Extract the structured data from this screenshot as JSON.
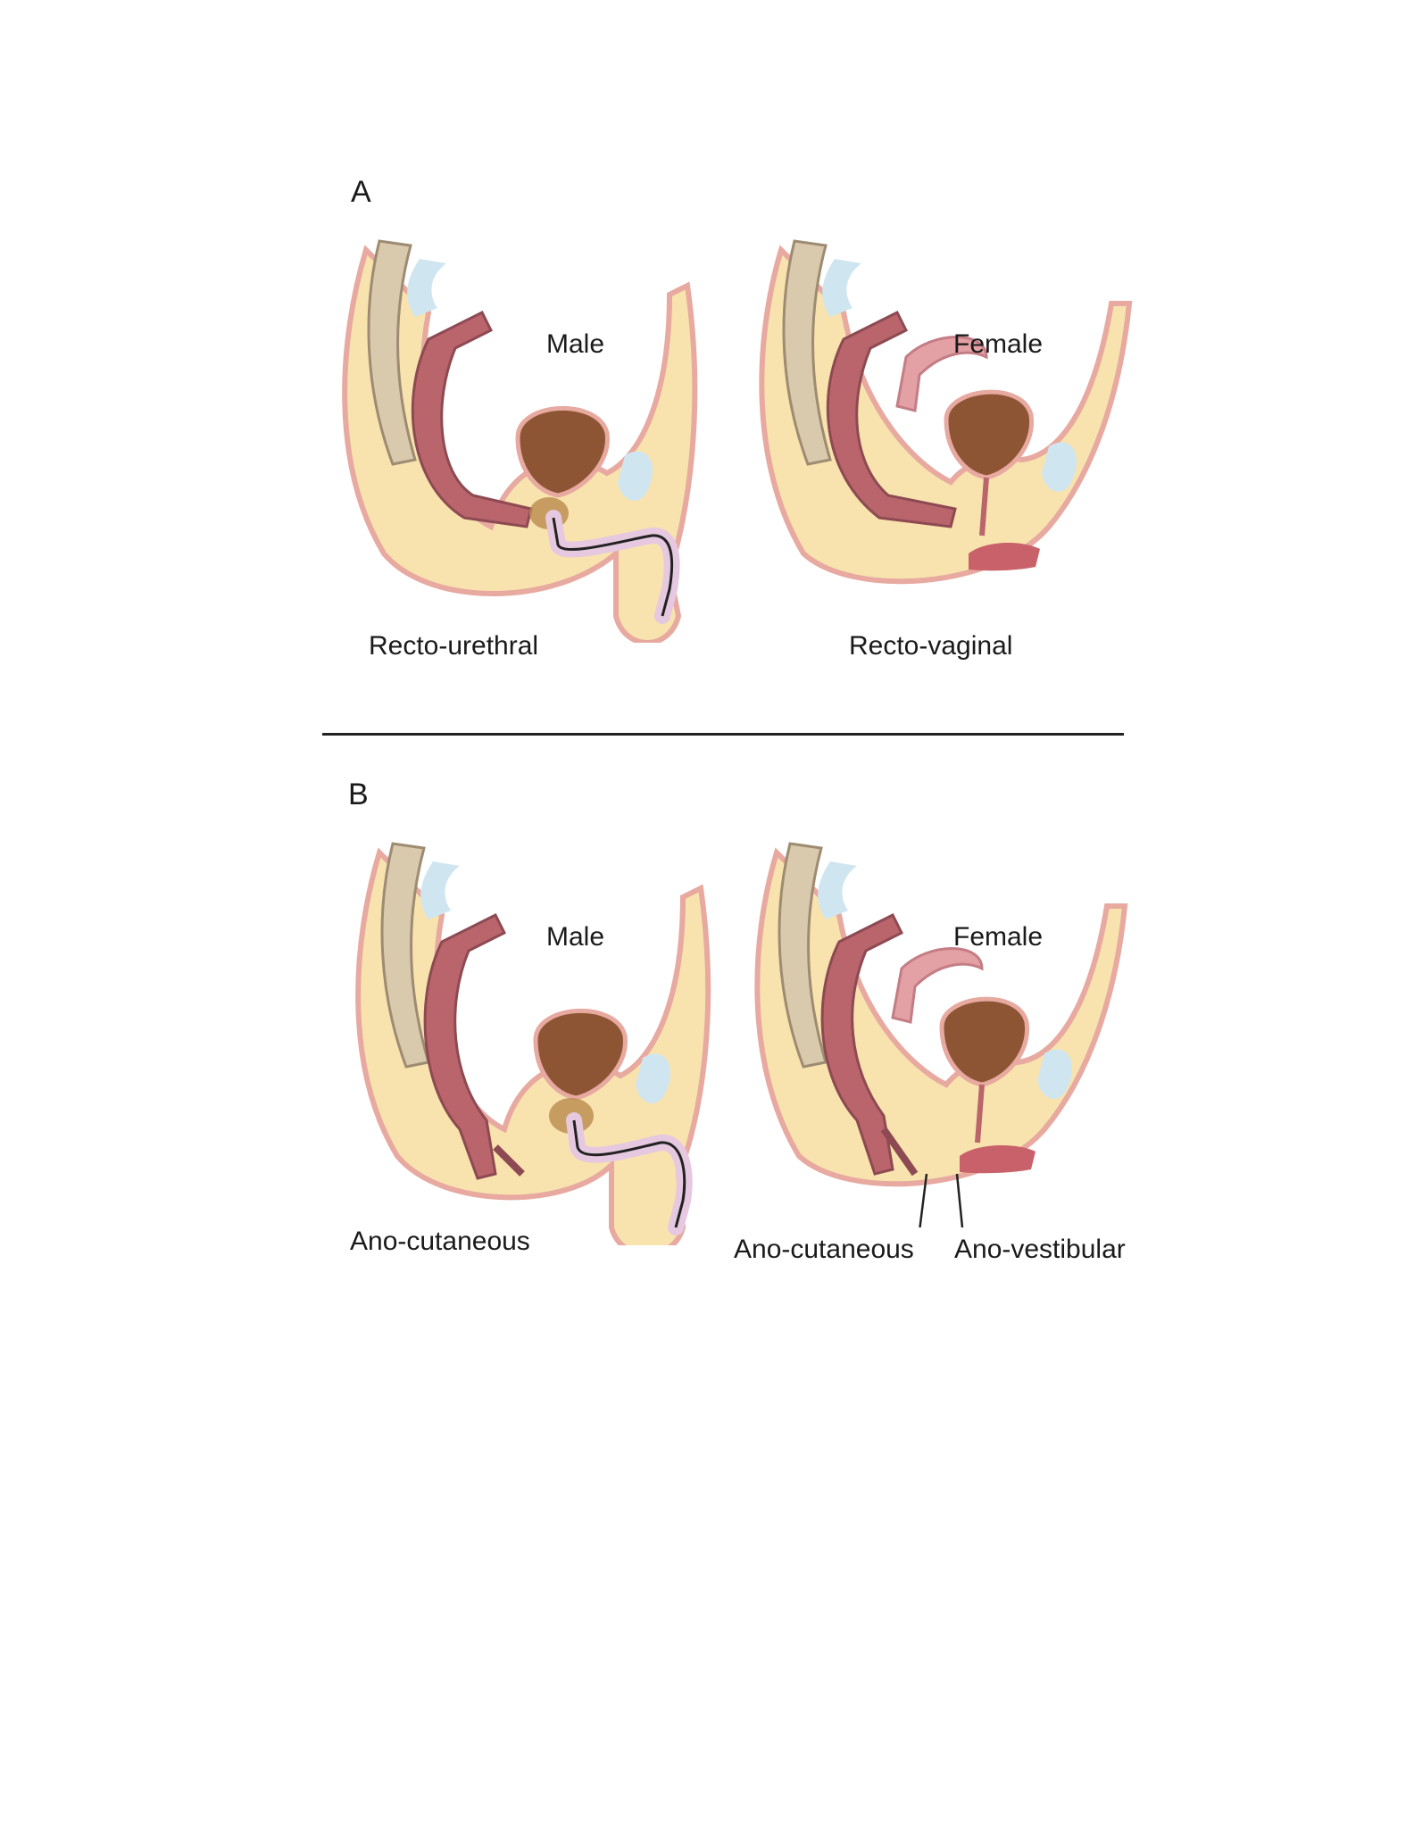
{
  "panels": [
    {
      "letter": "A",
      "figures": [
        {
          "sex": "Male",
          "caption": "Recto-urethral"
        },
        {
          "sex": "Female",
          "caption": "Recto-vaginal"
        }
      ]
    },
    {
      "letter": "B",
      "figures": [
        {
          "sex": "Male",
          "caption": "Ano-cutaneous"
        },
        {
          "sex": "Female",
          "captions": [
            "Ano-cutaneous",
            "Ano-vestibular"
          ]
        }
      ]
    }
  ],
  "colors": {
    "skin_outline": "#e7a9a0",
    "fat": "#f8e3ae",
    "bone": "#d9c9ad",
    "cartilage": "#cfe6f1",
    "rectum": "#b9656b",
    "rectum_dark": "#8d4a52",
    "bladder": "#8e5535",
    "uterus": "#e3a0a5",
    "urethra": "#e6c9e0",
    "divider": "#222222"
  }
}
